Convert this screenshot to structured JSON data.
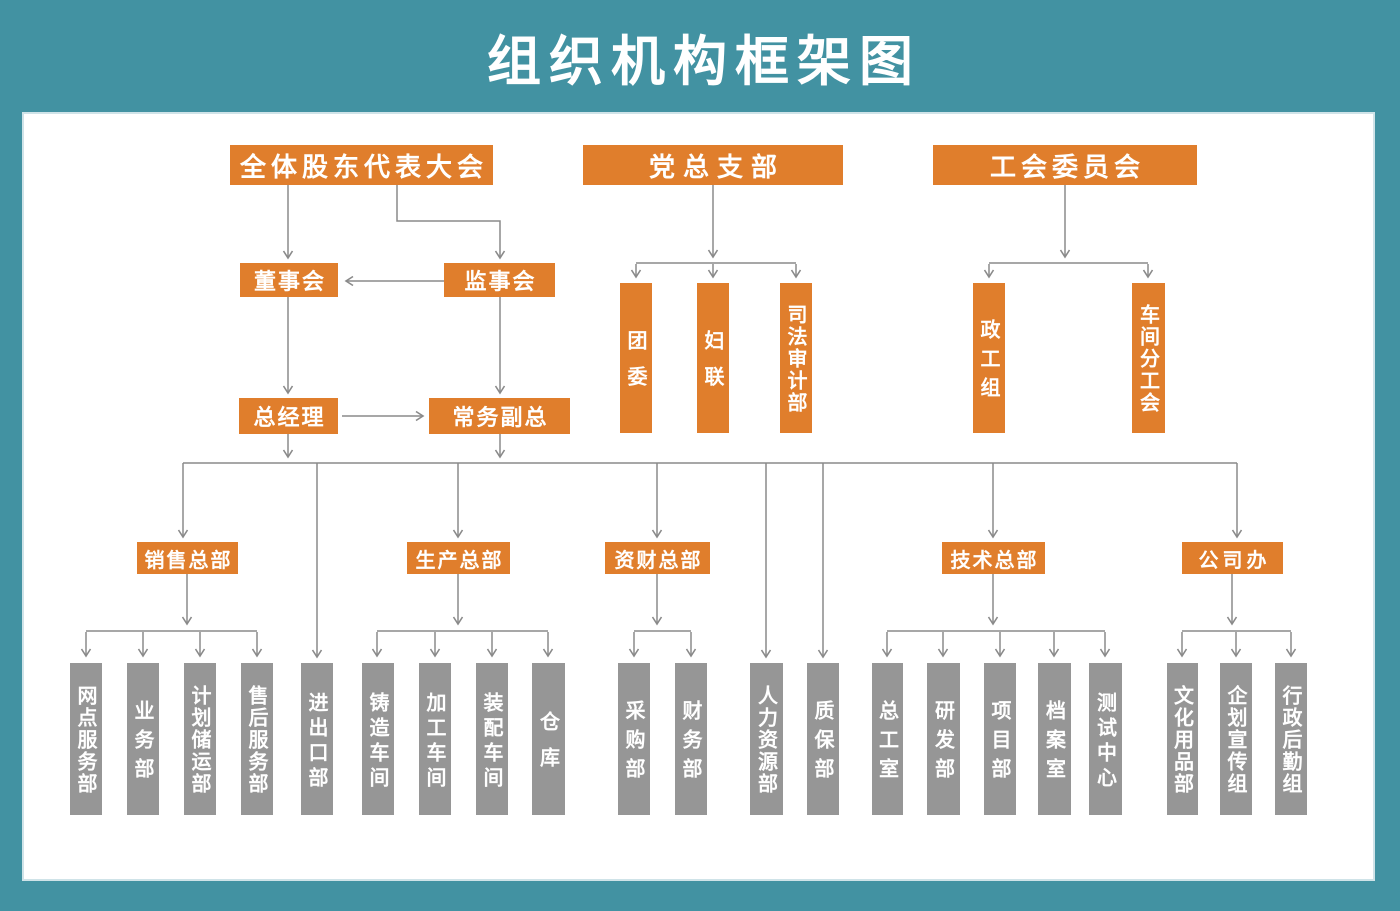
{
  "title": "组织机构框架图",
  "colors": {
    "frame_teal": "#4292a2",
    "node_orange": "#e07e2c",
    "node_gray": "#969696",
    "connector_line": "#8a8a8a",
    "panel_white": "#ffffff"
  },
  "top": {
    "shareholders": "全体股东代表大会",
    "party_branch": "党总支部",
    "union_committee": "工会委员会"
  },
  "governance": {
    "board": "董事会",
    "supervisory": "监事会",
    "general_manager": "总经理",
    "deputy_general_manager": "常务副总"
  },
  "party_children": {
    "youth_league": "团委",
    "womens_federation": "妇联",
    "judicial_audit": "司法审计部"
  },
  "union_children": {
    "political_work_group": "政工组",
    "workshop_sub_union": "车间分工会"
  },
  "headquarters": {
    "sales": "销售总部",
    "production": "生产总部",
    "finance": "资财总部",
    "technology": "技术总部",
    "office": "公司办"
  },
  "departments": {
    "sales": [
      "网点服务部",
      "业务部",
      "计划储运部",
      "售后服务部"
    ],
    "direct": [
      "进出口部",
      "人力资源部",
      "质保部"
    ],
    "production": [
      "铸造车间",
      "加工车间",
      "装配车间",
      "仓库"
    ],
    "finance": [
      "采购部",
      "财务部"
    ],
    "technology": [
      "总工室",
      "研发部",
      "项目部",
      "档案室",
      "测试中心"
    ],
    "office": [
      "文化用品部",
      "企划宣传组",
      "行政后勤组"
    ]
  }
}
